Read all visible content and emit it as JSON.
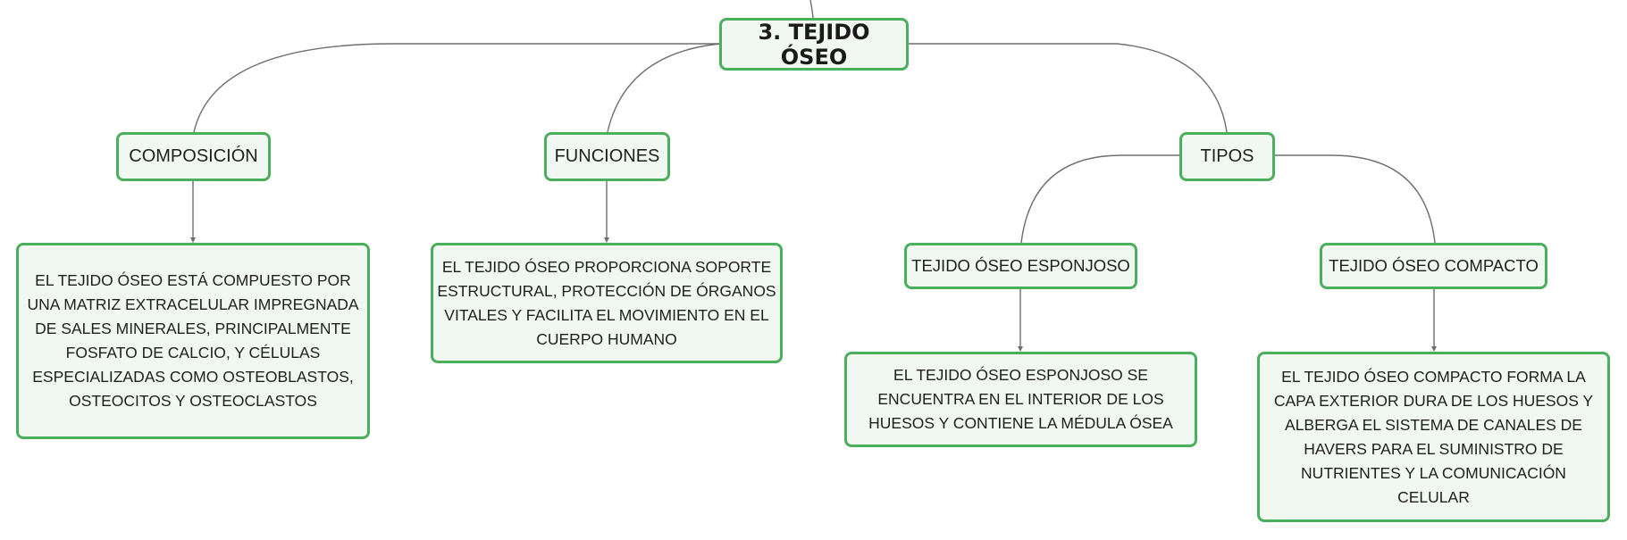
{
  "root": {
    "label": "3. TEJIDO ÓSEO"
  },
  "categories": {
    "composicion": "COMPOSICIÓN",
    "funciones": "FUNCIONES",
    "tipos": "TIPOS"
  },
  "tipos": {
    "esponjoso": "TEJIDO ÓSEO ESPONJOSO",
    "compacto": "TEJIDO ÓSEO COMPACTO"
  },
  "descriptions": {
    "composicion": "EL TEJIDO ÓSEO ESTÁ COMPUESTO POR UNA MATRIZ EXTRACELULAR IMPREGNADA DE SALES MINERALES, PRINCIPALMENTE FOSFATO DE CALCIO, Y CÉLULAS ESPECIALIZADAS COMO OSTEOBLASTOS, OSTEOCITOS Y OSTEOCLASTOS",
    "funciones": "EL TEJIDO ÓSEO PROPORCIONA SOPORTE ESTRUCTURAL, PROTECCIÓN DE ÓRGANOS VITALES Y FACILITA EL MOVIMIENTO EN EL CUERPO HUMANO",
    "esponjoso": "EL TEJIDO ÓSEO ESPONJOSO SE ENCUENTRA EN EL INTERIOR DE LOS HUESOS Y CONTIENE LA MÉDULA ÓSEA",
    "compacto": "EL TEJIDO ÓSEO COMPACTO FORMA LA CAPA EXTERIOR DURA DE LOS HUESOS Y ALBERGA EL SISTEMA DE CANALES DE HAVERS PARA EL SUMINISTRO DE NUTRIENTES Y LA COMUNICACIÓN CELULAR"
  },
  "style": {
    "node_border": "#4caf5e",
    "node_fill": "#f1f8f1",
    "connector": "#6e6e6e"
  }
}
